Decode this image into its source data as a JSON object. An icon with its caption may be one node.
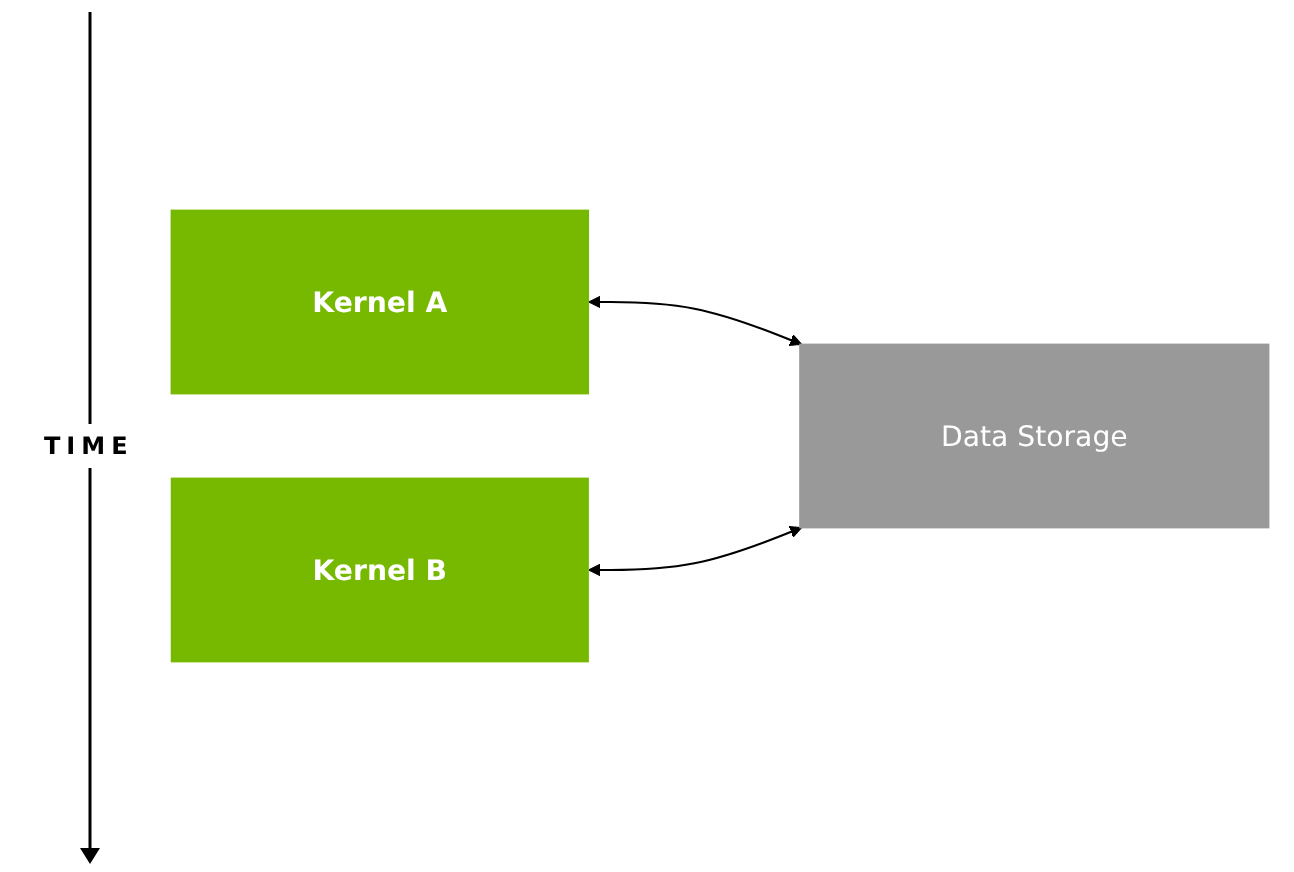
{
  "diagram": {
    "nodes": [
      {
        "text": [
          "Kernel A"
        ]
      },
      {
        "text": [
          "Kernel B"
        ]
      },
      {
        "text": [
          "Data Storage"
        ]
      }
    ],
    "edges": [
      {
        "from": 0,
        "to": 2,
        "arrow": "both"
      },
      {
        "from": 1,
        "to": 2,
        "arrow": "both"
      }
    ],
    "labels": [
      "TIME"
    ]
  }
}
